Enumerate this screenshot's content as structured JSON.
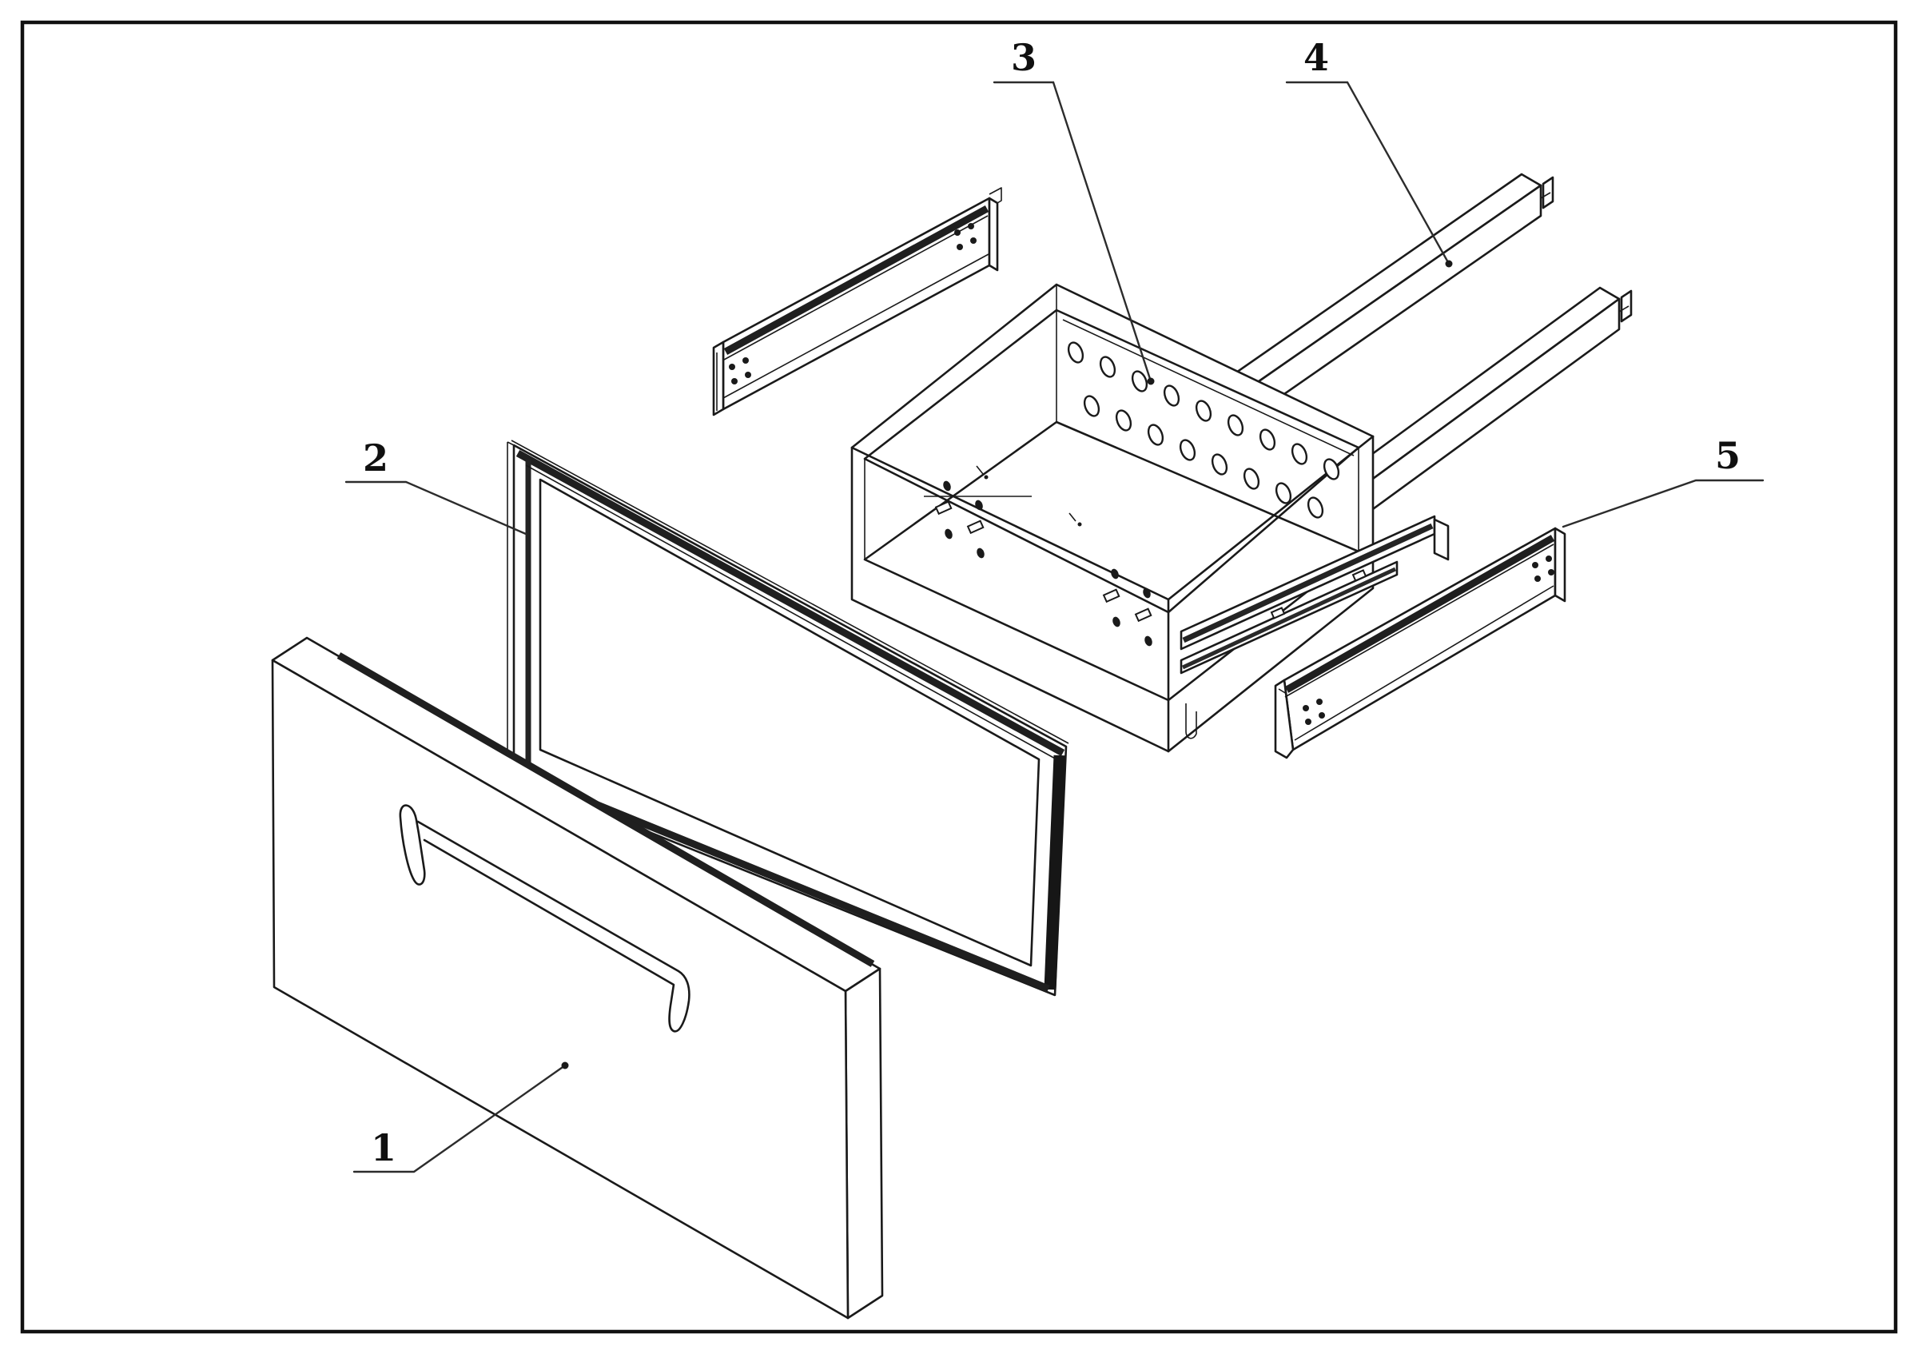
{
  "figure": {
    "kind": "exploded-assembly-line-drawing",
    "background_color": "#ffffff",
    "line_color": "#1a1a1a"
  },
  "labels": {
    "part1": "1",
    "part2": "2",
    "part3": "3",
    "part4": "4",
    "part5": "5"
  }
}
